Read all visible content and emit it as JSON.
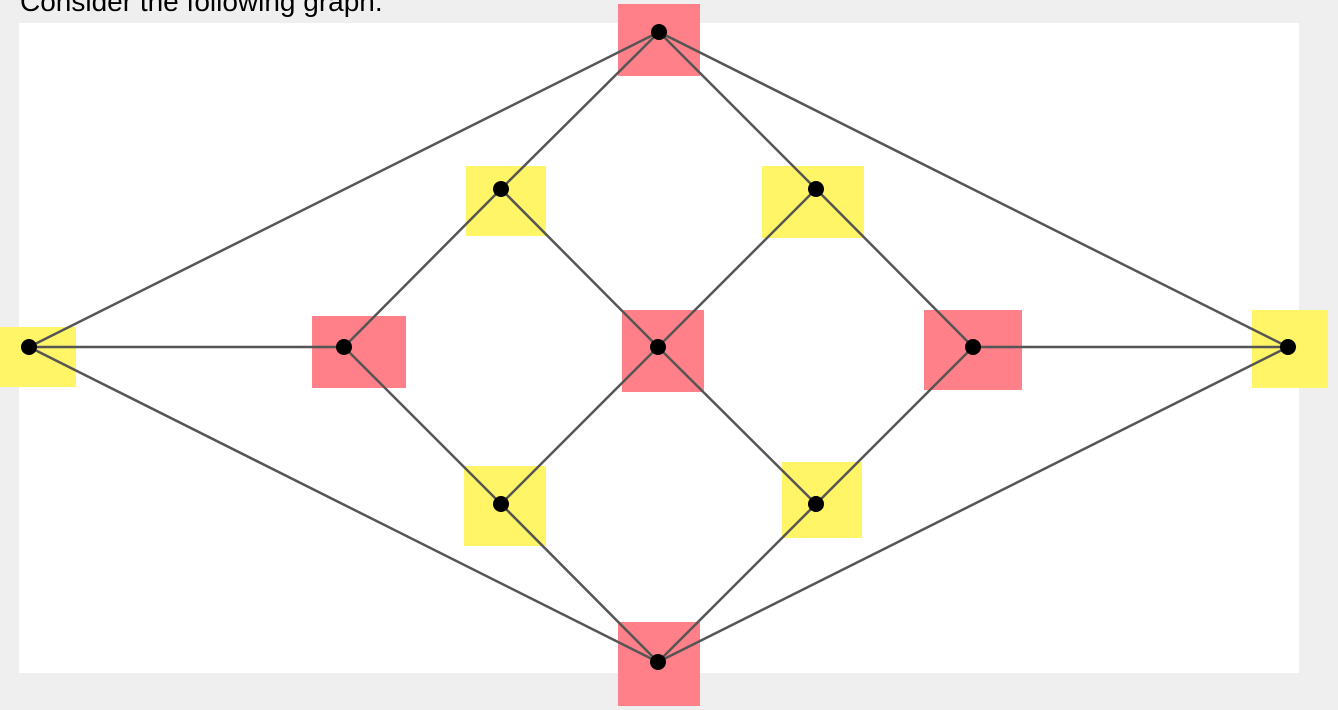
{
  "prompt_text": "Consider the following graph.",
  "colors": {
    "page_background": "#efefef",
    "canvas_background": "#ffffff",
    "edge": "#555555",
    "vertex_dot": "#000000",
    "highlight_red": "#ff8088",
    "highlight_yellow": "#fff566"
  },
  "graph": {
    "vertices": [
      {
        "id": "top",
        "highlight": "red"
      },
      {
        "id": "upper-left",
        "highlight": "yellow"
      },
      {
        "id": "upper-right",
        "highlight": "yellow"
      },
      {
        "id": "far-left",
        "highlight": "yellow"
      },
      {
        "id": "inner-left",
        "highlight": "red"
      },
      {
        "id": "center",
        "highlight": "red"
      },
      {
        "id": "inner-right",
        "highlight": "red"
      },
      {
        "id": "far-right",
        "highlight": "yellow"
      },
      {
        "id": "lower-left",
        "highlight": "yellow"
      },
      {
        "id": "lower-right",
        "highlight": "yellow"
      },
      {
        "id": "bottom",
        "highlight": "red"
      }
    ],
    "edges": [
      [
        "top",
        "upper-left"
      ],
      [
        "top",
        "upper-right"
      ],
      [
        "top",
        "far-left"
      ],
      [
        "top",
        "far-right"
      ],
      [
        "upper-left",
        "inner-left"
      ],
      [
        "upper-left",
        "center"
      ],
      [
        "upper-right",
        "center"
      ],
      [
        "upper-right",
        "inner-right"
      ],
      [
        "far-left",
        "inner-left"
      ],
      [
        "far-left",
        "bottom"
      ],
      [
        "inner-left",
        "lower-left"
      ],
      [
        "center",
        "lower-left"
      ],
      [
        "center",
        "lower-right"
      ],
      [
        "inner-right",
        "lower-right"
      ],
      [
        "inner-right",
        "far-right"
      ],
      [
        "far-right",
        "bottom"
      ],
      [
        "lower-left",
        "bottom"
      ],
      [
        "lower-right",
        "bottom"
      ]
    ]
  }
}
